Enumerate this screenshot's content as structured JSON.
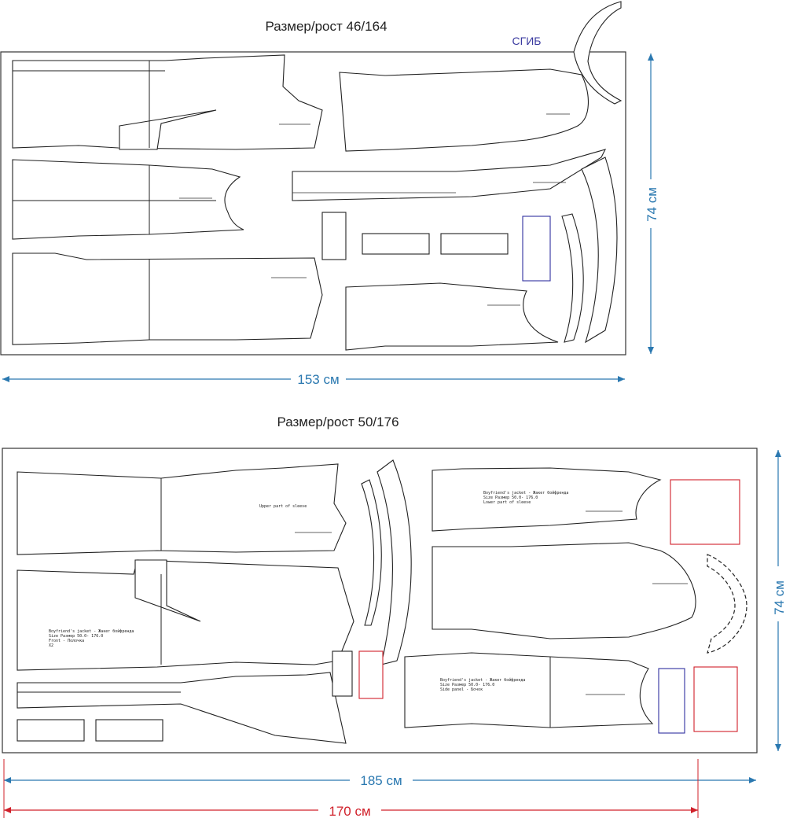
{
  "layout_1": {
    "title": "Размер/рост 46/164",
    "fold_label": "СГИБ",
    "width_label": "153 см",
    "height_label": "74 см"
  },
  "layout_2": {
    "title": "Размер/рост 50/176",
    "width_label": "185 см",
    "width_label_2": "170 см",
    "height_label": "74 см"
  },
  "piece_labels": {
    "jacket_name": "Boyfriend's jacket - Жакет бойфренда",
    "size_line_2": "Size Размер 50.0- 176.0",
    "front": "Front - Полочка",
    "under_sleeve": "Lower part of sleeve",
    "upper_sleeve": "Upper part of sleeve",
    "side_panel": "Side panel - Бочок",
    "x2": "X2"
  },
  "colors": {
    "dimension": "#2a78b0",
    "red_marker": "#d0202a",
    "blue_marker": "#3030a0"
  }
}
